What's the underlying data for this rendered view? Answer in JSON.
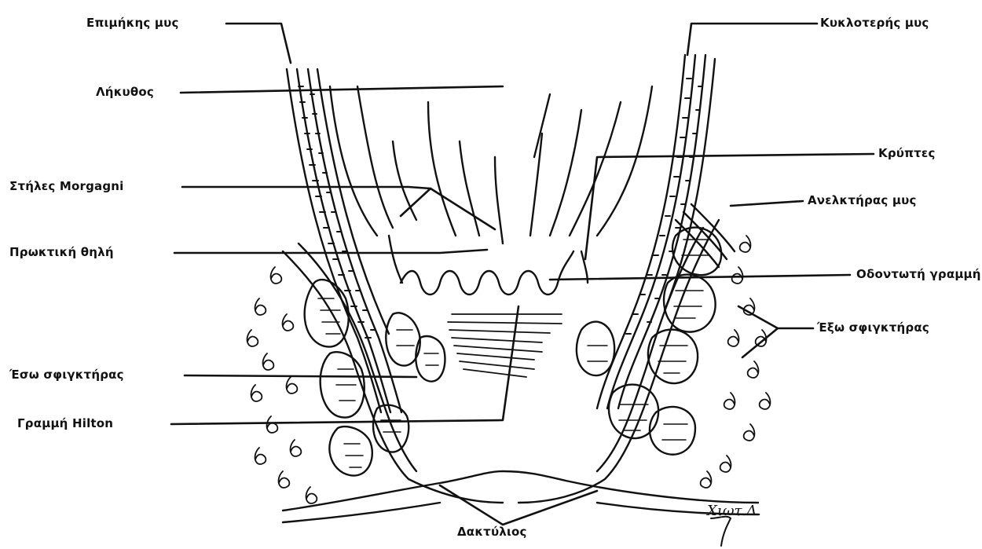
{
  "labels": {
    "epimikis_mys": "Επιμήκης μυς",
    "likythos": "Λήκυθος",
    "stiles_morgagni": "Στήλες Morgagni",
    "proktiki_thili": "Πρωκτική θηλή",
    "eso_sfigktiras": "Έσω σφιγκτήρας",
    "grammi_hilton": "Γραμμή Hilton",
    "kykloteris_mys": "Κυκλοτερής μυς",
    "kryptes": "Κρύπτες",
    "anelktiras_mys": "Ανελκτήρας μυς",
    "odontoti_grammi": "Οδοντωτή γραμμή",
    "exo_sfigktiras": "Έξω σφιγκτήρας",
    "daktylios": "Δακτύλιος"
  },
  "signature": "Χιωτ.Δ."
}
